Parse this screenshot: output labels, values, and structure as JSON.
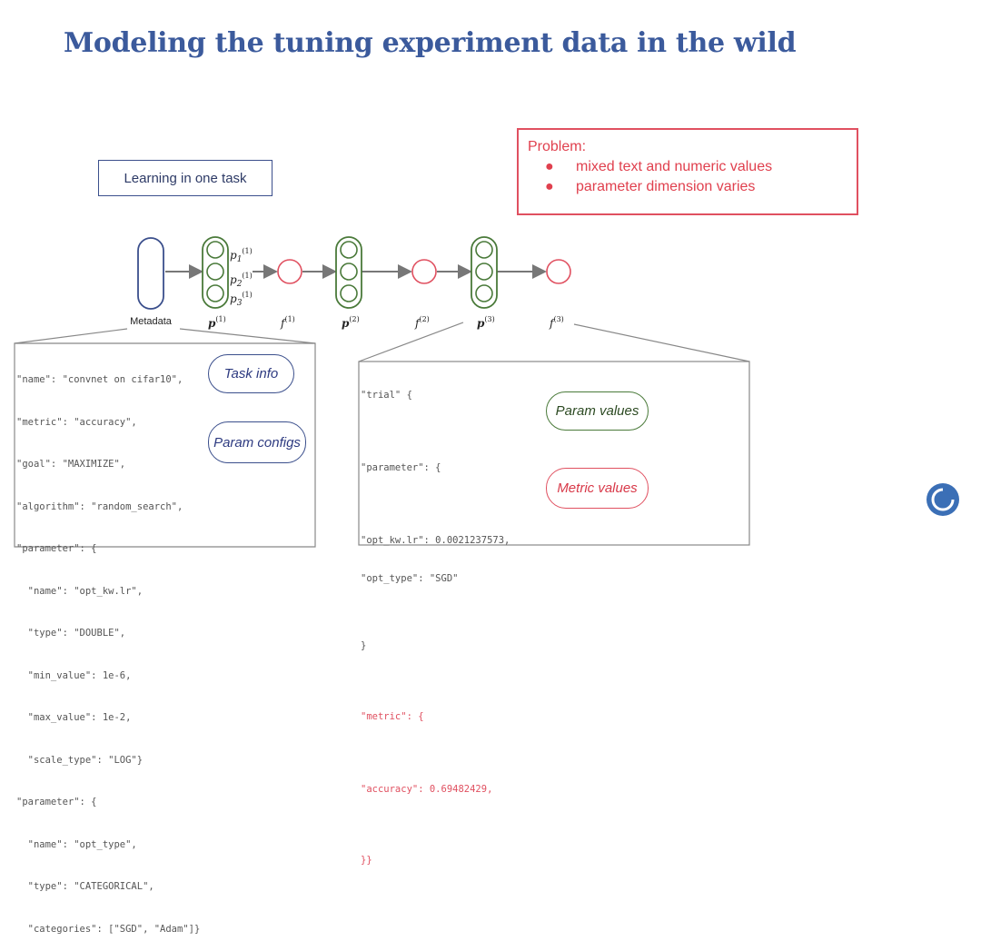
{
  "title": "Modeling the tuning experiment data in the wild",
  "learning_box": "Learning in one task",
  "problem": {
    "title": "Problem:",
    "bullets": [
      "mixed text and numeric values",
      "parameter dimension varies"
    ],
    "bullet_glyph": "●"
  },
  "diagram": {
    "metadata_label": "Metadata",
    "param_labels": [
      "p1(1)",
      "p2(1)",
      "p3(1)"
    ],
    "p_labels": [
      "p(1)",
      "p(2)",
      "p(3)"
    ],
    "f_labels": [
      "f(1)",
      "f(2)",
      "f(3)"
    ]
  },
  "task_code": {
    "lines": [
      "\"name\": \"convnet on cifar10\",",
      "\"metric\": \"accuracy\",",
      "\"goal\": \"MAXIMIZE\",",
      "\"algorithm\": \"random_search\",",
      "\"parameter\": {",
      "  \"name\": \"opt_kw.lr\",",
      "  \"type\": \"DOUBLE\",",
      "  \"min_value\": 1e-6,",
      "  \"max_value\": 1e-2,",
      "  \"scale_type\": \"LOG\"}",
      "\"parameter\": {",
      "  \"name\": \"opt_type\",",
      "  \"type\": \"CATEGORICAL\",",
      "  \"categories\": [\"SGD\", \"Adam\"]}"
    ]
  },
  "trial_code": {
    "trial_line": "\"trial\" {",
    "param_open": "\"parameter\": {",
    "param_lines": [
      "\"opt_kw.lr\": 0.0021237573,",
      "\"opt_type\": \"SGD\""
    ],
    "param_close": "}",
    "metric_open": "\"metric\": {",
    "metric_line": "\"accuracy\": 0.69482429,",
    "metric_close": "}}"
  },
  "pills": {
    "task_info": "Task info",
    "param_configs": "Param configs",
    "param_values": "Param values",
    "metric_values": "Metric values"
  },
  "colors": {
    "title": "#3b5a9c",
    "blue": "#3b4f8c",
    "green": "#4a7a3a",
    "red": "#e05060",
    "logo": "#3b6fb6"
  }
}
